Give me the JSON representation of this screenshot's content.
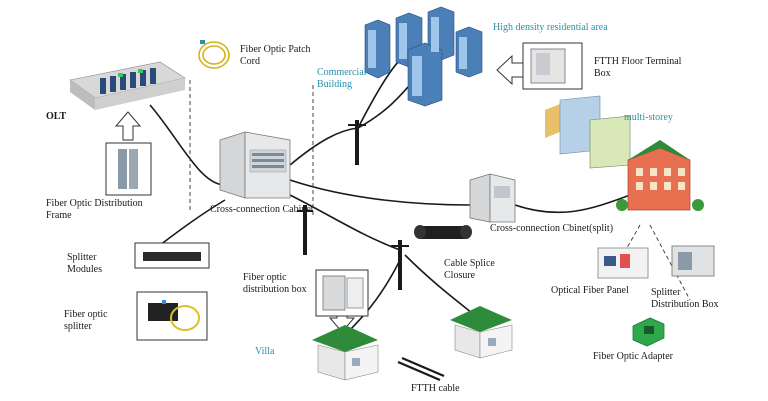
{
  "labels": {
    "patch_cord": [
      "Fiber Optic Patch",
      "Cord"
    ],
    "olt": "OLT",
    "odf": [
      "Fiber Optic Distribution",
      "Frame"
    ],
    "splitter_modules": [
      "Splitter",
      "Modules"
    ],
    "fiber_optic_splitter": [
      "Fiber optic",
      "splitter"
    ],
    "commercial_building": [
      "Commercial",
      "Building"
    ],
    "high_density": "High density residential area",
    "ftth_floor_terminal": [
      "FTTH Floor Terminal",
      "Box"
    ],
    "cross_connection_cabinet": "Cross-connection Cabinet",
    "multi_storey": "multi-storey",
    "cross_connection_split": "Cross-connection Cbinet(split)",
    "cable_splice_closure": [
      "Cable Splice",
      "Closure"
    ],
    "fiber_optic_distribution_box": [
      "Fiber optic",
      "distribution box"
    ],
    "optical_fiber_panel": "Optical Fiber Panel",
    "splitter_distribution_box": [
      "Splitter",
      "Distribution Box"
    ],
    "villa": "Villa",
    "ftth_cable": "FTTH cable",
    "fiber_optic_adapter": "Fiber Optic Adapter"
  },
  "colors": {
    "accent_teal": "#2a8fa8",
    "cable": "#1a1a1a",
    "roof_green": "#2e8b3a",
    "building_blue": "#3a6fa8",
    "adapter_green": "#2ea84a"
  }
}
